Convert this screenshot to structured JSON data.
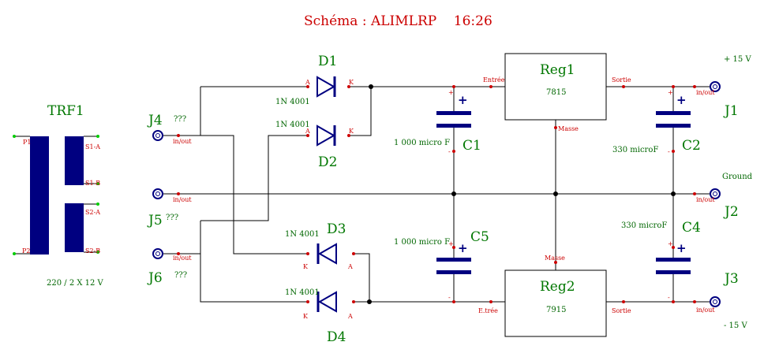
{
  "title": "Schéma : ALIMLRP    16:26",
  "transformer": {
    "name": "TRF1",
    "rating": "220 / 2 X 12 V",
    "pins": [
      "P1",
      "P2",
      "S1-A",
      "S1-B",
      "S2-A",
      "S2-B"
    ]
  },
  "diodes": [
    {
      "name": "D1",
      "value": "1N 4001",
      "a": "A",
      "k": "K"
    },
    {
      "name": "D2",
      "value": "1N 4001",
      "a": "A",
      "k": "K"
    },
    {
      "name": "D3",
      "value": "1N 4001",
      "a": "A",
      "k": "K"
    },
    {
      "name": "D4",
      "value": "1N 4001",
      "a": "A",
      "k": "K"
    }
  ],
  "capacitors": [
    {
      "name": "C1",
      "value": "1 000 micro F"
    },
    {
      "name": "C2",
      "value": "330 microF"
    },
    {
      "name": "C4",
      "value": "330 microF"
    },
    {
      "name": "C5",
      "value": "1 000 micro F"
    }
  ],
  "capacitor_symbols": {
    "plus": "+",
    "pin_plus": "+",
    "pin_minus": "-"
  },
  "regulators": [
    {
      "name": "Reg1",
      "part": "7815",
      "input": "Entrée",
      "output": "Sortie",
      "ground": "Masse"
    },
    {
      "name": "Reg2",
      "part": "7915",
      "input": "E.trée",
      "output": "Sortie",
      "ground": "Masse"
    }
  ],
  "connectors": {
    "pin_label": "in/out",
    "left": [
      {
        "name": "J4",
        "note": "???"
      },
      {
        "name": "J5",
        "note": "???"
      },
      {
        "name": "J6",
        "note": "???"
      }
    ],
    "right": [
      {
        "name": "J1"
      },
      {
        "name": "J2"
      },
      {
        "name": "J3"
      }
    ]
  },
  "rails": {
    "positive": "+ 15 V",
    "ground": "Ground",
    "negative": "- 15 V"
  },
  "colors": {
    "title": "#cc0000",
    "labels": "#007700",
    "pins": "#cc0000",
    "components": "#000080",
    "wires": "#000000",
    "pin_dots": "#cc0000",
    "transformer_dots": "#00cc00"
  }
}
